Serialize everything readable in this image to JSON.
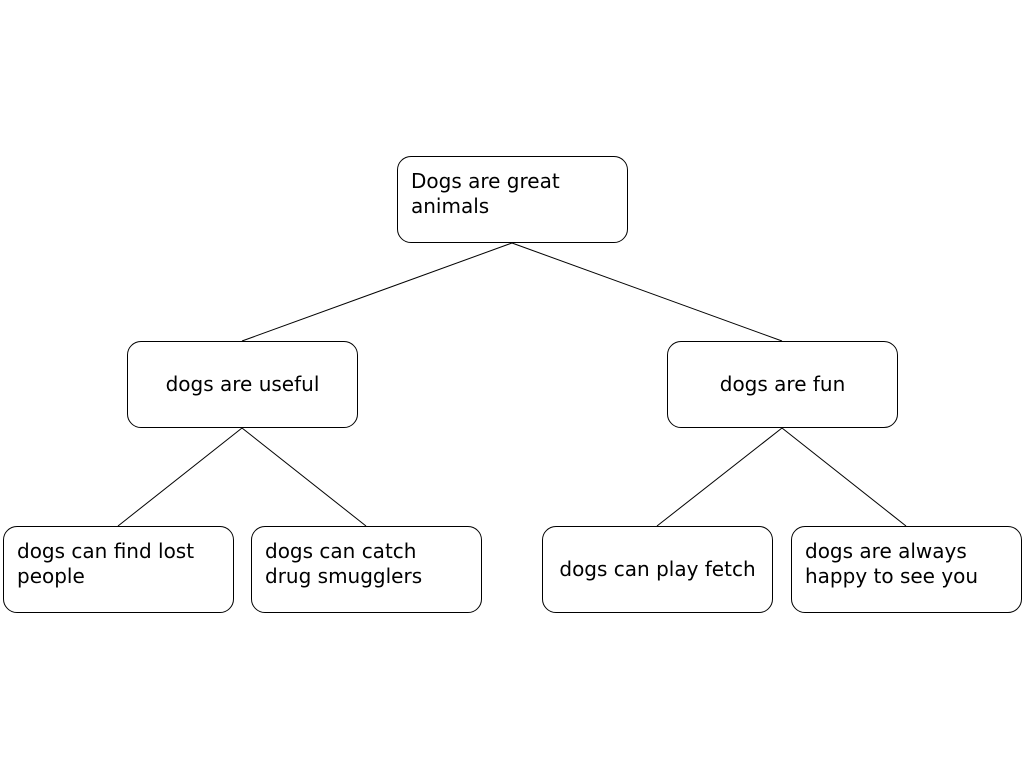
{
  "diagram": {
    "root": {
      "label": "Dogs are great\nanimals"
    },
    "useful": {
      "label": "dogs are useful"
    },
    "fun": {
      "label": "dogs are fun"
    },
    "find_lost_people": {
      "label": "dogs can find lost\npeople"
    },
    "catch_smugglers": {
      "label": "dogs can catch\ndrug smugglers"
    },
    "play_fetch": {
      "label": "dogs can play fetch"
    },
    "happy_to_see_you": {
      "label": "dogs are always\nhappy to see you"
    }
  },
  "colors": {
    "line": "#000000",
    "node_border": "#000000",
    "background": "#ffffff"
  }
}
